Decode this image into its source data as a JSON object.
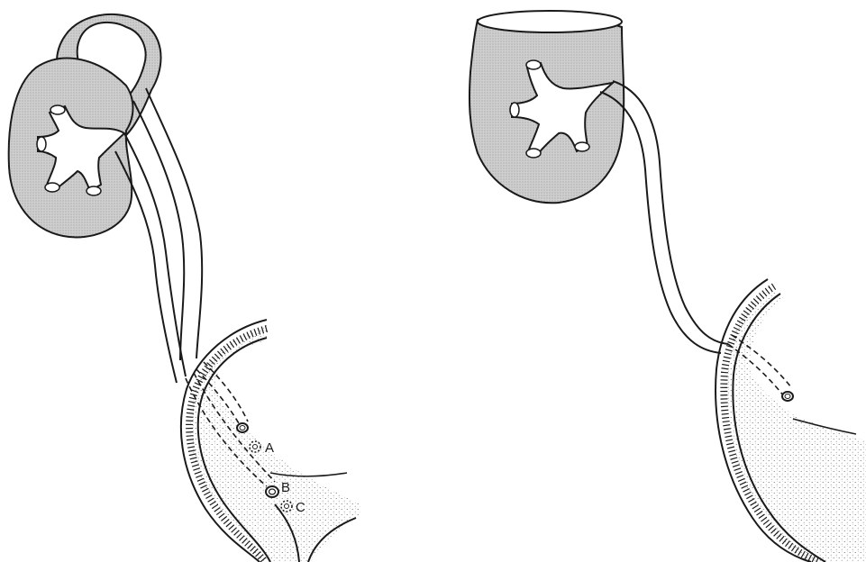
{
  "figure": {
    "labels": {
      "a": "A",
      "b": "B",
      "c": "C"
    }
  },
  "colors": {
    "ink": "#1a1a1a",
    "renal_tissue_fill": "#c9c9c9",
    "background": "#ffffff",
    "stipple": "#5a5a5a"
  },
  "icons": {
    "ureteral-orifice-marker": "circle-ring"
  }
}
